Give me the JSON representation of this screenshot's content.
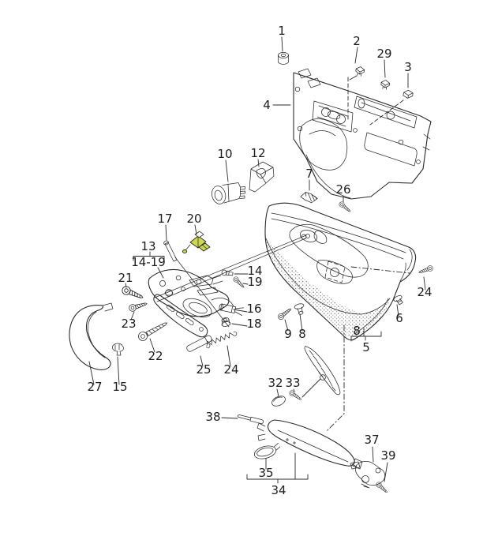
{
  "diagram": {
    "type": "exploded-parts-diagram",
    "subject": "door-trim-panel-assembly",
    "background": "#ffffff",
    "line_color": "#2b2b2b",
    "highlight_color": "#cdd84e",
    "highlighted_callout": "20",
    "callouts": [
      {
        "text": "1"
      },
      {
        "text": "2"
      },
      {
        "text": "29"
      },
      {
        "text": "3"
      },
      {
        "text": "4"
      },
      {
        "text": "10"
      },
      {
        "text": "12"
      },
      {
        "text": "7"
      },
      {
        "text": "26"
      },
      {
        "text": "17"
      },
      {
        "text": "20"
      },
      {
        "text": "13"
      },
      {
        "text": "14-19"
      },
      {
        "text": "21"
      },
      {
        "text": "23"
      },
      {
        "text": "22"
      },
      {
        "text": "14"
      },
      {
        "text": "19"
      },
      {
        "text": "16"
      },
      {
        "text": "18"
      },
      {
        "text": "9"
      },
      {
        "text": "8"
      },
      {
        "text": "8"
      },
      {
        "text": "5"
      },
      {
        "text": "6"
      },
      {
        "text": "24"
      },
      {
        "text": "27"
      },
      {
        "text": "15"
      },
      {
        "text": "25"
      },
      {
        "text": "24"
      },
      {
        "text": "32"
      },
      {
        "text": "33"
      },
      {
        "text": "38"
      },
      {
        "text": "35"
      },
      {
        "text": "34"
      },
      {
        "text": "37"
      },
      {
        "text": "39"
      }
    ]
  }
}
